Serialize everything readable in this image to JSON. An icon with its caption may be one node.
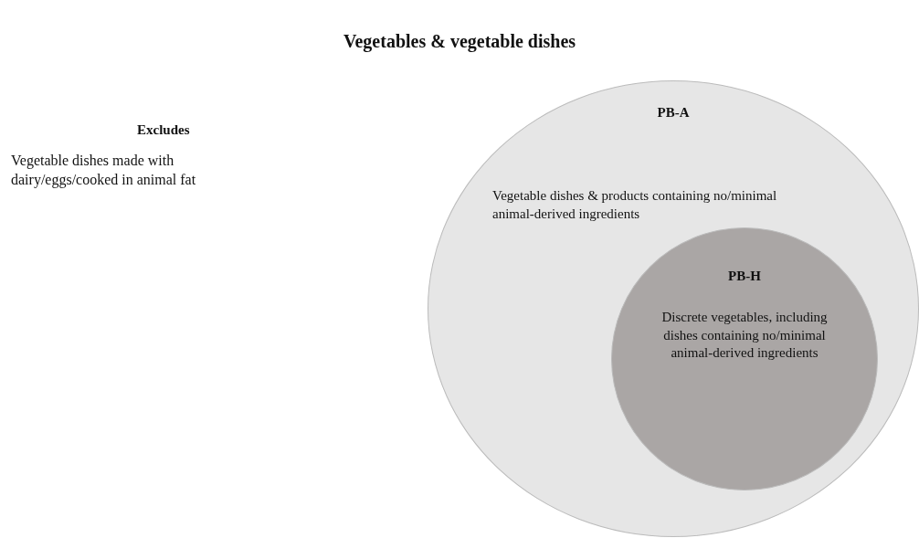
{
  "diagram": {
    "title": "Vegetables & vegetable dishes",
    "nodes": [
      {
        "text": [
          "PB-A",
          "Vegetable dishes & products containing no/minimal animal-derived ingredients"
        ]
      },
      {
        "text": [
          "PB-H",
          "Discrete vegetables, including dishes containing no/minimal animal-derived ingredients"
        ],
        "in": 0
      }
    ],
    "labels": [
      "Excludes",
      "Vegetable dishes made with dairy/eggs/cooked in animal fat"
    ]
  }
}
